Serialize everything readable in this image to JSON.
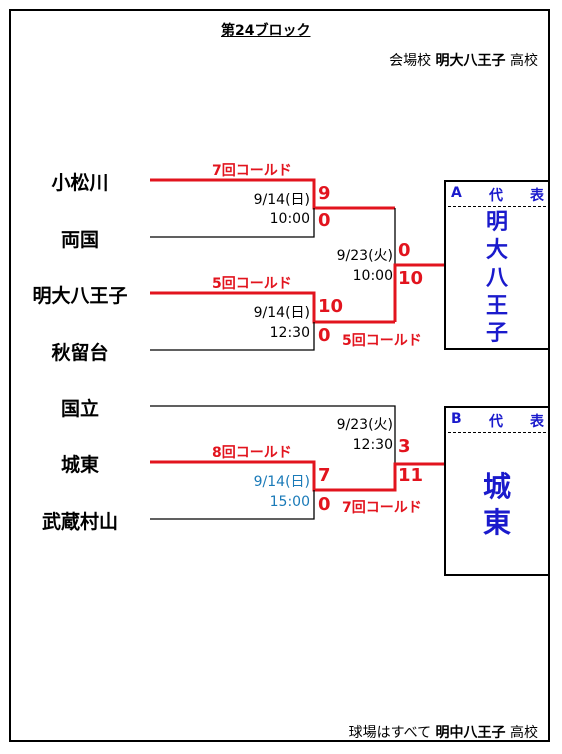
{
  "title": "第24ブロック",
  "venue": {
    "prefix": "会場校",
    "school": "明大八王子",
    "suffix": "高校"
  },
  "footer": {
    "prefix": "球場はすべて",
    "school": "明中八王子",
    "suffix": "高校"
  },
  "teams": [
    "小松川",
    "両国",
    "明大八王子",
    "秋留台",
    "国立",
    "城東",
    "武蔵村山"
  ],
  "round1": {
    "game1": {
      "date": "9/14(日)",
      "time": "10:00",
      "score_top": "9",
      "score_bottom": "0",
      "note": "7回コールド"
    },
    "game2": {
      "date": "9/14(日)",
      "time": "12:30",
      "score_top": "10",
      "score_bottom": "0",
      "note": "5回コールド"
    },
    "game3": {
      "date": "9/14(日)",
      "time": "15:00",
      "score_top": "7",
      "score_bottom": "0",
      "note": "8回コールド"
    }
  },
  "round2": {
    "game1": {
      "date": "9/23(火)",
      "time": "10:00",
      "score_top": "0",
      "score_bottom": "10",
      "note": "5回コールド"
    },
    "game2": {
      "date": "9/23(火)",
      "time": "12:30",
      "score_top": "3",
      "score_bottom": "11",
      "note": "7回コールド"
    }
  },
  "representatives": {
    "a": {
      "tag": "A",
      "c1": "代",
      "c2": "表",
      "winner": [
        "明",
        "大",
        "八",
        "王",
        "子"
      ]
    },
    "b": {
      "tag": "B",
      "c1": "代",
      "c2": "表",
      "winner": [
        "城",
        "東"
      ]
    }
  },
  "colors": {
    "win_line": "#e2141e",
    "lose_line": "#000000",
    "winner_text": "#1a1acc",
    "date_blue": "#1a7ab8"
  }
}
